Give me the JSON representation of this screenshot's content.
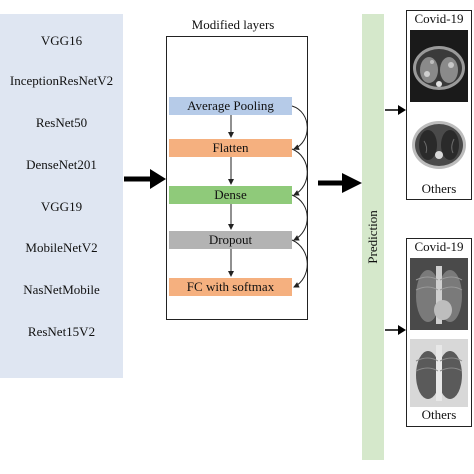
{
  "models": [
    "VGG16",
    "InceptionResNetV2",
    "ResNet50",
    "DenseNet201",
    "VGG19",
    "MobileNetV2",
    "NasNetMobile",
    "ResNet15V2"
  ],
  "modified_layers_title": "Modified layers",
  "layers": [
    {
      "label": "Average Pooling",
      "color": "#b6cbe8"
    },
    {
      "label": "Flatten",
      "color": "#f5b07f"
    },
    {
      "label": "Dense",
      "color": "#8fca7a"
    },
    {
      "label": "Dropout",
      "color": "#b3b3b3"
    },
    {
      "label": "FC with softmax",
      "color": "#f5b07f"
    }
  ],
  "prediction_label": "Prediction",
  "ct_panel": {
    "top_label": "Covid-19",
    "bottom_label": "Others"
  },
  "xray_panel": {
    "top_label": "Covid-19",
    "bottom_label": "Others"
  }
}
